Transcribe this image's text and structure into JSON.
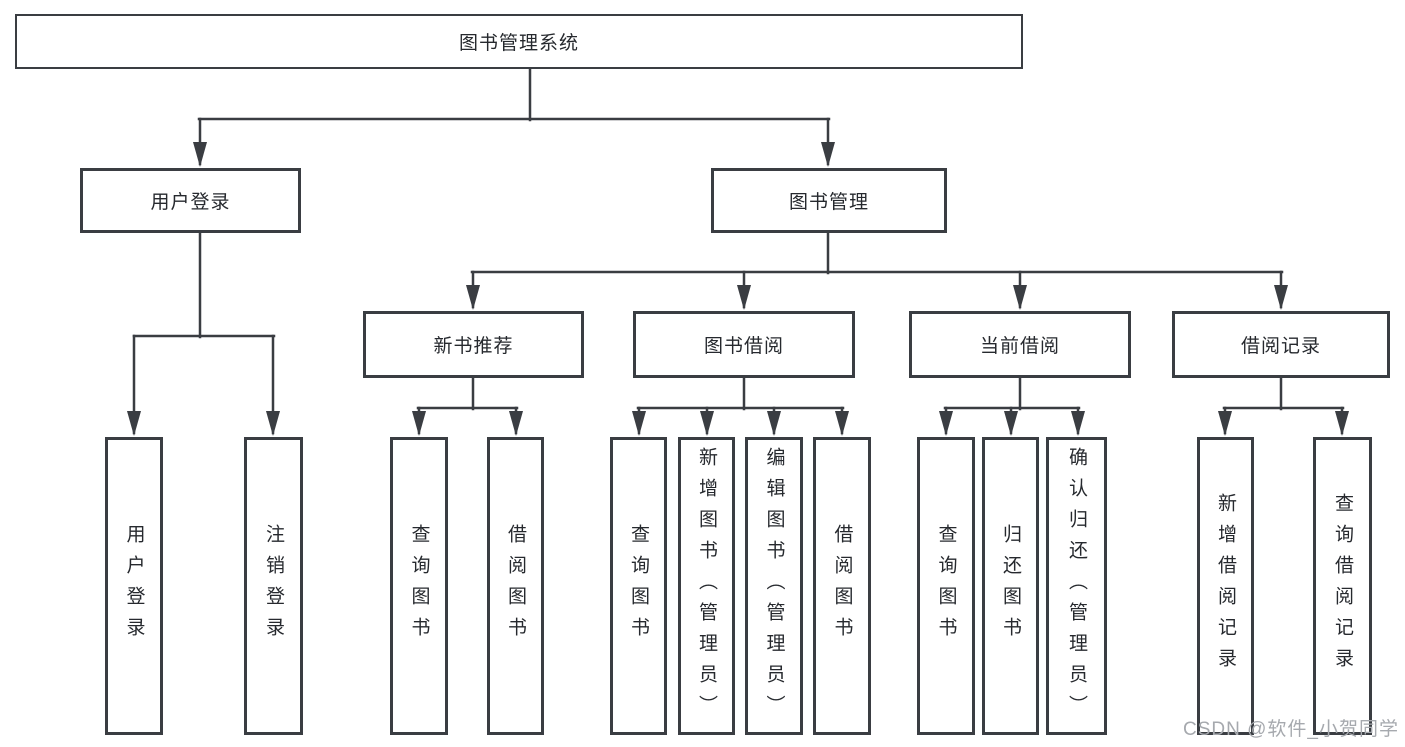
{
  "diagram": {
    "root": "图书管理系统",
    "level2": {
      "user_login": "用户登录",
      "book_mgmt": "图书管理"
    },
    "user_login_children": {
      "login": "用户登录",
      "logout": "注销登录"
    },
    "modules": {
      "new_book_rec": "新书推荐",
      "book_borrow": "图书借阅",
      "current_borrow": "当前借阅",
      "borrow_records": "借阅记录"
    },
    "new_book_rec_children": {
      "query_books": "查询图书",
      "borrow_books": "借阅图书"
    },
    "book_borrow_children": {
      "query_books": "查询图书",
      "add_books": "新增图书（管理员）",
      "edit_books": "编辑图书（管理员）",
      "borrow_books": "借阅图书"
    },
    "current_borrow_children": {
      "query_books": "查询图书",
      "return_books": "归还图书",
      "confirm_return": "确认归还（管理员）"
    },
    "borrow_records_children": {
      "add_record": "新增借阅记录",
      "query_record": "查询借阅记录"
    }
  },
  "watermark": "CSDN @软件_小贺同学",
  "colors": {
    "line": "#3a3d42",
    "text": "#26292e",
    "watermark": "#a6a9ae",
    "background": "#ffffff"
  }
}
